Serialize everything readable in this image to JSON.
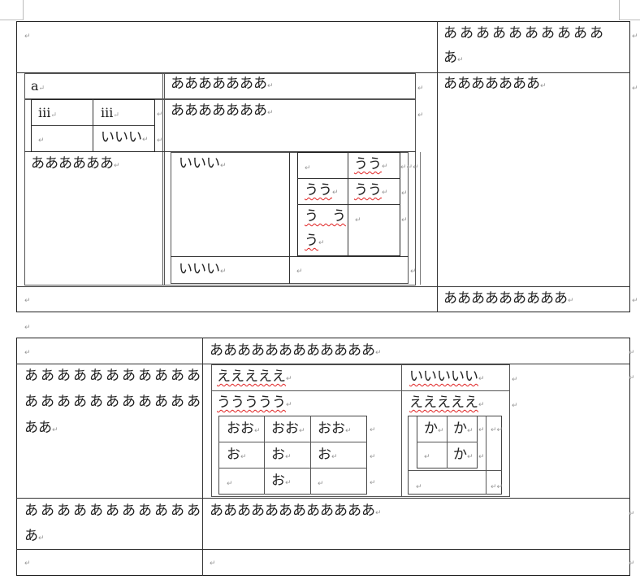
{
  "paragraph_mark": "↵",
  "table1": {
    "top_right": [
      "ああああああああああ",
      "あ"
    ],
    "row2_right": "あああああああ",
    "bottom_right": "あああああああああ",
    "nested": {
      "a_cell": "a",
      "right_1": "あああああああ",
      "right_2": "あああああああ",
      "iii_1": "iii",
      "iii_2": "iii",
      "iii_i": "いいい",
      "bottom_left": "ああああああ",
      "inner_i_top": "いいい",
      "inner_i_bottom": "いいい",
      "uu": [
        "うう",
        "うう",
        "うう",
        "う　う",
        "う"
      ]
    }
  },
  "table2": {
    "top_right": "ああああああああああああ",
    "row2_left": [
      "あああああああああああ",
      "あああああああああああ",
      "ああ"
    ],
    "row3_left": [
      "あああああああああああ",
      "あ"
    ],
    "row3_right": "ああああああああああああ",
    "nested": {
      "e1": "えええええ",
      "i1": "いいいいい",
      "u1": "ううううう",
      "e2": "えええええ",
      "oo": [
        "おお",
        "おお",
        "おお",
        "お",
        "お",
        "お",
        "お"
      ],
      "ka": [
        "か",
        "か",
        "か"
      ]
    }
  }
}
